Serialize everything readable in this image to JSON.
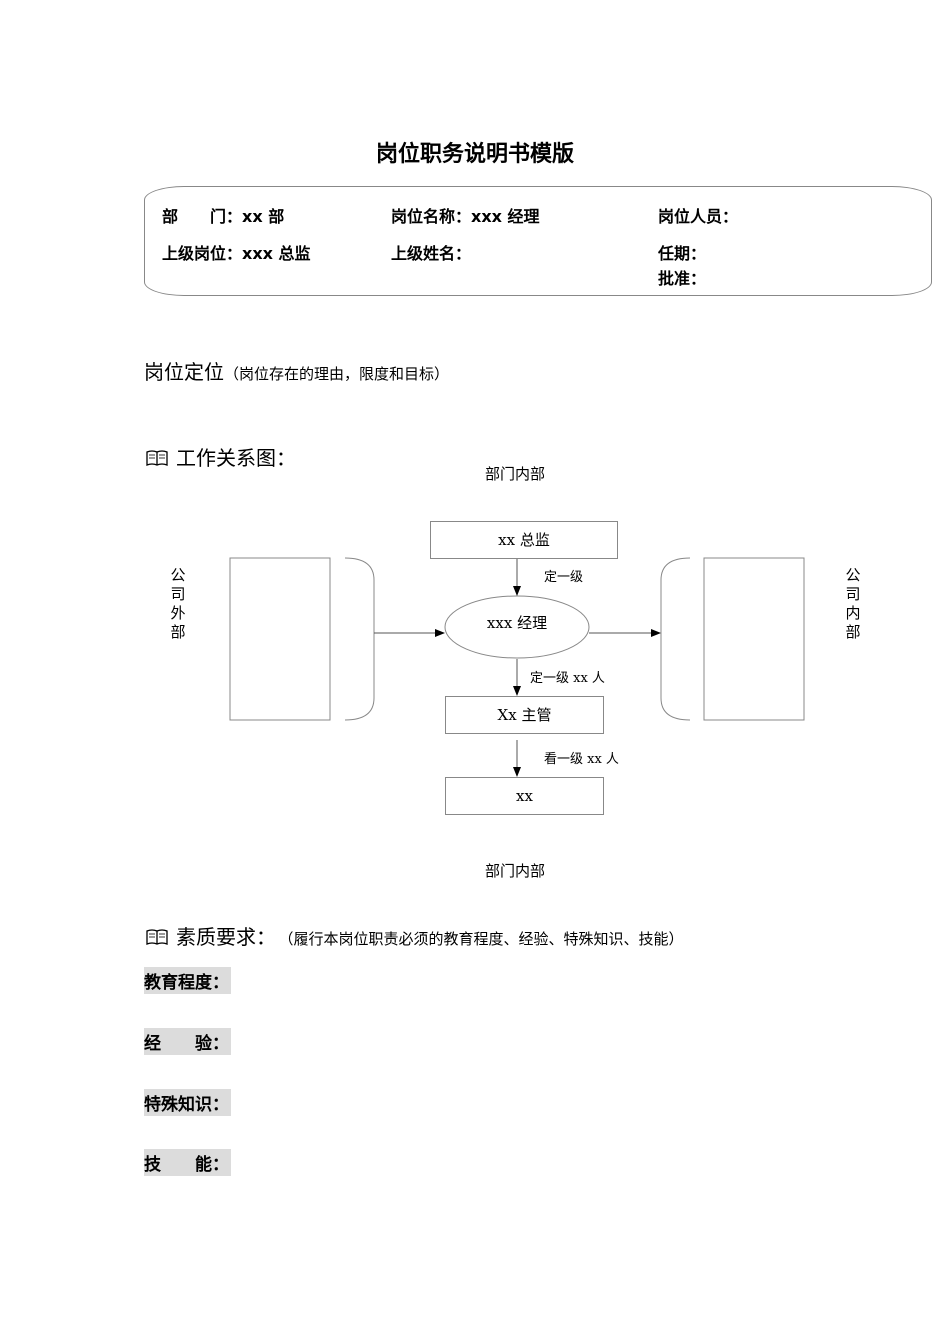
{
  "title": "岗位职务说明书模版",
  "info": {
    "dept_label": "部　　门：",
    "dept_value": "xx 部",
    "position_name_label": "岗位名称：",
    "position_name_value": "xxx 经理",
    "staff_label": "岗位人员：",
    "superior_label": "上级岗位：",
    "superior_value": "xxx 总监",
    "superior_name_label": "上级姓名：",
    "term_label": "任期：",
    "approve_label": "批准："
  },
  "positioning": {
    "heading": "岗位定位",
    "note": "（岗位存在的理由，限度和目标）"
  },
  "relations": {
    "heading": "工作关系图：",
    "top_label": "部门内部",
    "bottom_label": "部门内部",
    "left_label": [
      "公",
      "司",
      "外",
      "部"
    ],
    "right_label": [
      "公",
      "司",
      "内",
      "部"
    ],
    "box_director": "xx 总监",
    "ellipse_manager": "xxx 经理",
    "box_supervisor": "Xx 主管",
    "box_staff": "xx",
    "arrow1_label": "定一级",
    "arrow2_label": "定一级 xx 人",
    "arrow3_label": "看一级 xx 人"
  },
  "requirements": {
    "heading": "素质要求：",
    "note": "（履行本岗位职责必须的教育程度、经验、特殊知识、技能）",
    "education_label": "教育程度：",
    "experience_label": "经　　验：",
    "knowledge_label": "特殊知识：",
    "skill_label": "技　　能："
  }
}
